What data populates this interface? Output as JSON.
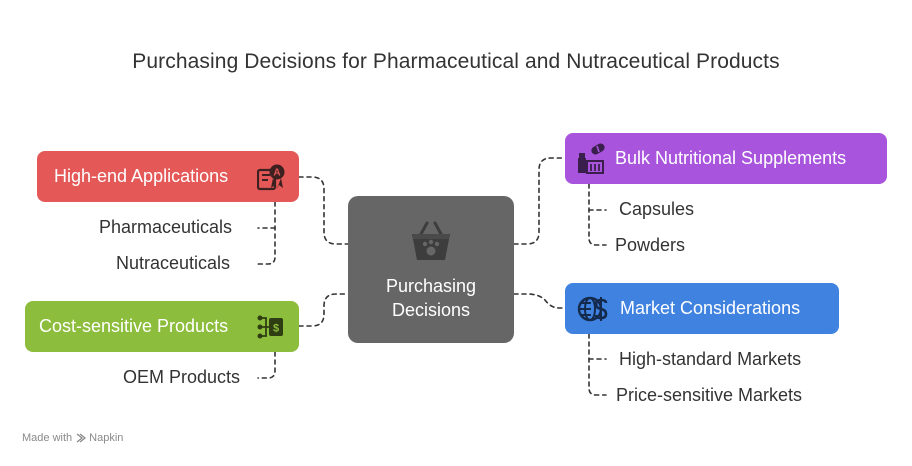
{
  "title": "Purchasing Decisions for Pharmaceutical and Nutraceutical Products",
  "center": {
    "label_line1": "Purchasing",
    "label_line2": "Decisions",
    "icon": "basket-icon"
  },
  "branches": {
    "high_end": {
      "label": "High-end Applications",
      "color": "#e55858",
      "icon": "certificate-icon",
      "items": [
        "Pharmaceuticals",
        "Nutraceuticals"
      ]
    },
    "cost_sensitive": {
      "label": "Cost-sensitive Products",
      "color": "#8dbd3c",
      "icon": "cost-flow-icon",
      "items": [
        "OEM Products"
      ]
    },
    "bulk": {
      "label": "Bulk Nutritional Supplements",
      "color": "#a954dd",
      "icon": "supplements-icon",
      "items": [
        "Capsules",
        "Powders"
      ]
    },
    "market": {
      "label": "Market Considerations",
      "color": "#3f82e0",
      "icon": "globe-dollar-icon",
      "items": [
        "High-standard Markets",
        "Price-sensitive Markets"
      ]
    }
  },
  "footer": {
    "made_with": "Made with",
    "brand": "Napkin"
  }
}
